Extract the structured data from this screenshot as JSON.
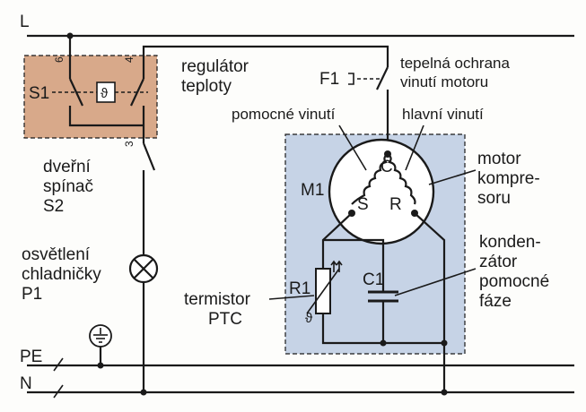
{
  "colors": {
    "regulator_box": "#d8a98a",
    "motor_box": "#c6d3e6",
    "wire": "#1a1a1a"
  },
  "rails": {
    "L": "L",
    "PE": "PE",
    "N": "N"
  },
  "terminals": {
    "t6": "6",
    "t4": "4",
    "t3": "3"
  },
  "regulator": {
    "ref": "S1",
    "theta": "ϑ",
    "label_line1": "regulátor",
    "label_line2": "teploty"
  },
  "door_switch": {
    "line1": "dveřní",
    "line2": "spínač",
    "ref": "S2"
  },
  "lamp": {
    "line1": "osvětlení",
    "line2": "chladničky",
    "ref": "P1"
  },
  "thermal_protection": {
    "ref": "F1",
    "line1": "tepelná ochrana",
    "line2": "vinutí motoru"
  },
  "motor": {
    "aux_winding": "pomocné vinutí",
    "main_winding": "hlavní vinutí",
    "ref": "M1",
    "terminal_C": "C",
    "terminal_S": "S",
    "terminal_R": "R",
    "label_line1": "motor",
    "label_line2": "kompre-",
    "label_line3": "soru"
  },
  "thermistor": {
    "ref": "R1",
    "theta": "ϑ",
    "line1": "termistor",
    "line2": "PTC"
  },
  "capacitor": {
    "ref": "C1",
    "line1": "konden-",
    "line2": "zátor",
    "line3": "pomocné",
    "line4": "fáze"
  }
}
